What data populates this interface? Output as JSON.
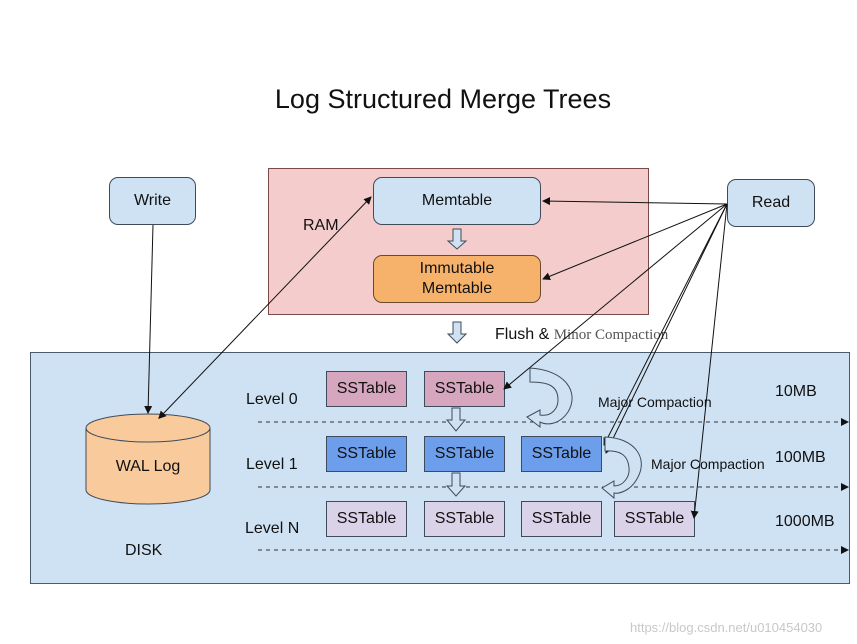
{
  "title": "Log Structured Merge Trees",
  "nodes": {
    "write": "Write",
    "read": "Read",
    "memtable": "Memtable",
    "immutable_line1": "Immutable",
    "immutable_line2": "Memtable",
    "wal_log": "WAL Log"
  },
  "regions": {
    "ram": "RAM",
    "disk": "DISK"
  },
  "flush": {
    "part1": "Flush &",
    "part2": "Minor Compaction"
  },
  "levels": [
    {
      "name": "Level 0",
      "size": "10MB",
      "tables": [
        "SSTable",
        "SSTable"
      ]
    },
    {
      "name": "Level 1",
      "size": "100MB",
      "tables": [
        "SSTable",
        "SSTable",
        "SSTable"
      ]
    },
    {
      "name": "Level N",
      "size": "1000MB",
      "tables": [
        "SSTable",
        "SSTable",
        "SSTable",
        "SSTable"
      ]
    }
  ],
  "compaction": {
    "major_1": "Major Compaction",
    "major_2": "Major Compaction"
  },
  "watermark": "https://blog.csdn.net/u010454030",
  "colors": {
    "ram": "#f4cccc",
    "disk": "#cfe2f3",
    "memtable": "#cfe2f3",
    "immutable": "#f6b26b",
    "level0": "#d5a6bd",
    "level1": "#6d9eeb",
    "levelN": "#d9d2e9"
  }
}
